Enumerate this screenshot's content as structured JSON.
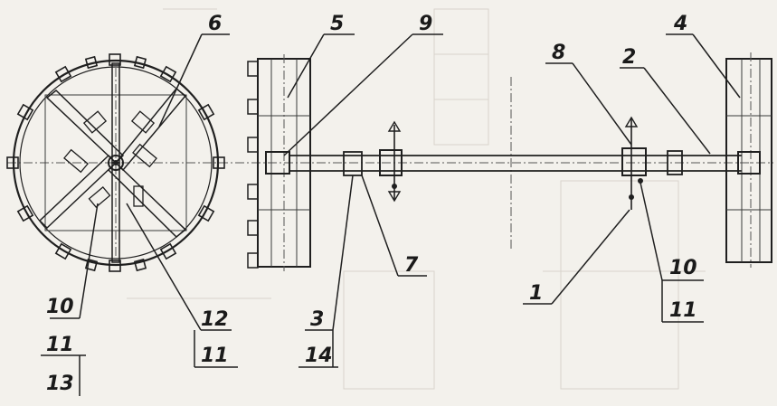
{
  "diagram": {
    "callouts": {
      "c1": "1",
      "c2": "2",
      "c3": "3",
      "c4": "4",
      "c5": "5",
      "c6": "6",
      "c7": "7",
      "c8": "8",
      "c9": "9",
      "c10_left": "10",
      "c11_left": "11",
      "c13_left": "13",
      "c12": "12",
      "c11_mid": "11",
      "c14": "14",
      "c10_right": "10",
      "c11_right": "11"
    }
  }
}
